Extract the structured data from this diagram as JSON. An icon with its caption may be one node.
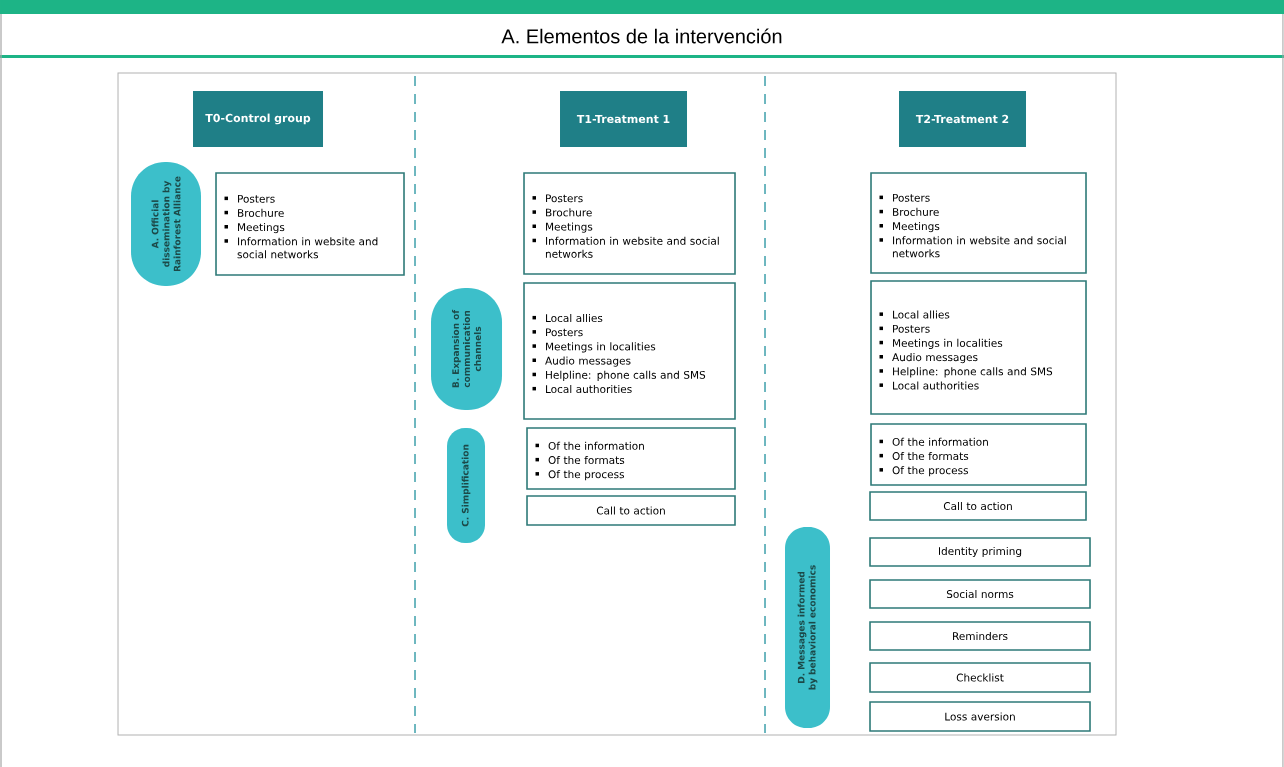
{
  "diagram": {
    "title": "A.    Elementos de la intervención",
    "nodes": [
      {
        "text": [
          "T0-Control group"
        ]
      },
      {
        "text": [
          "A. Official dissemination by Rainforest Alliance"
        ]
      },
      {
        "text": [
          "Posters",
          "Brochure",
          "Meetings",
          "Information in website and social networks"
        ]
      },
      {
        "text": [
          "T1-Treatment 1"
        ]
      },
      {
        "text": [
          "Posters",
          "Brochure",
          "Meetings",
          "Information in website and social networks"
        ]
      },
      {
        "text": [
          "B. Expansion of communication channels"
        ]
      },
      {
        "text": [
          "Local allies",
          "Posters",
          "Meetings in localities",
          "Audio messages",
          "Helpline: phone calls and SMS",
          "Local authorities"
        ]
      },
      {
        "text": [
          "C. Simplification"
        ]
      },
      {
        "text": [
          "Of the information",
          "Of the formats",
          "Of the process"
        ]
      },
      {
        "text": [
          "Call to action"
        ]
      },
      {
        "text": [
          "T2-Treatment 2"
        ]
      },
      {
        "text": [
          "Posters",
          "Brochure",
          "Meetings",
          "Information in website and social networks"
        ]
      },
      {
        "text": [
          "Local allies",
          "Posters",
          "Meetings in localities",
          "Audio messages",
          "Helpline: phone calls and SMS",
          "Local authorities"
        ]
      },
      {
        "text": [
          "Of the information",
          "Of the formats",
          "Of the process"
        ]
      },
      {
        "text": [
          "Call to action"
        ]
      },
      {
        "text": [
          "D. Messages informed by behavioral economics"
        ]
      },
      {
        "text": [
          "Identity priming"
        ]
      },
      {
        "text": [
          "Social norms"
        ]
      },
      {
        "text": [
          "Reminders"
        ]
      },
      {
        "text": [
          "Checklist"
        ]
      },
      {
        "text": [
          "Loss aversion"
        ]
      }
    ]
  }
}
